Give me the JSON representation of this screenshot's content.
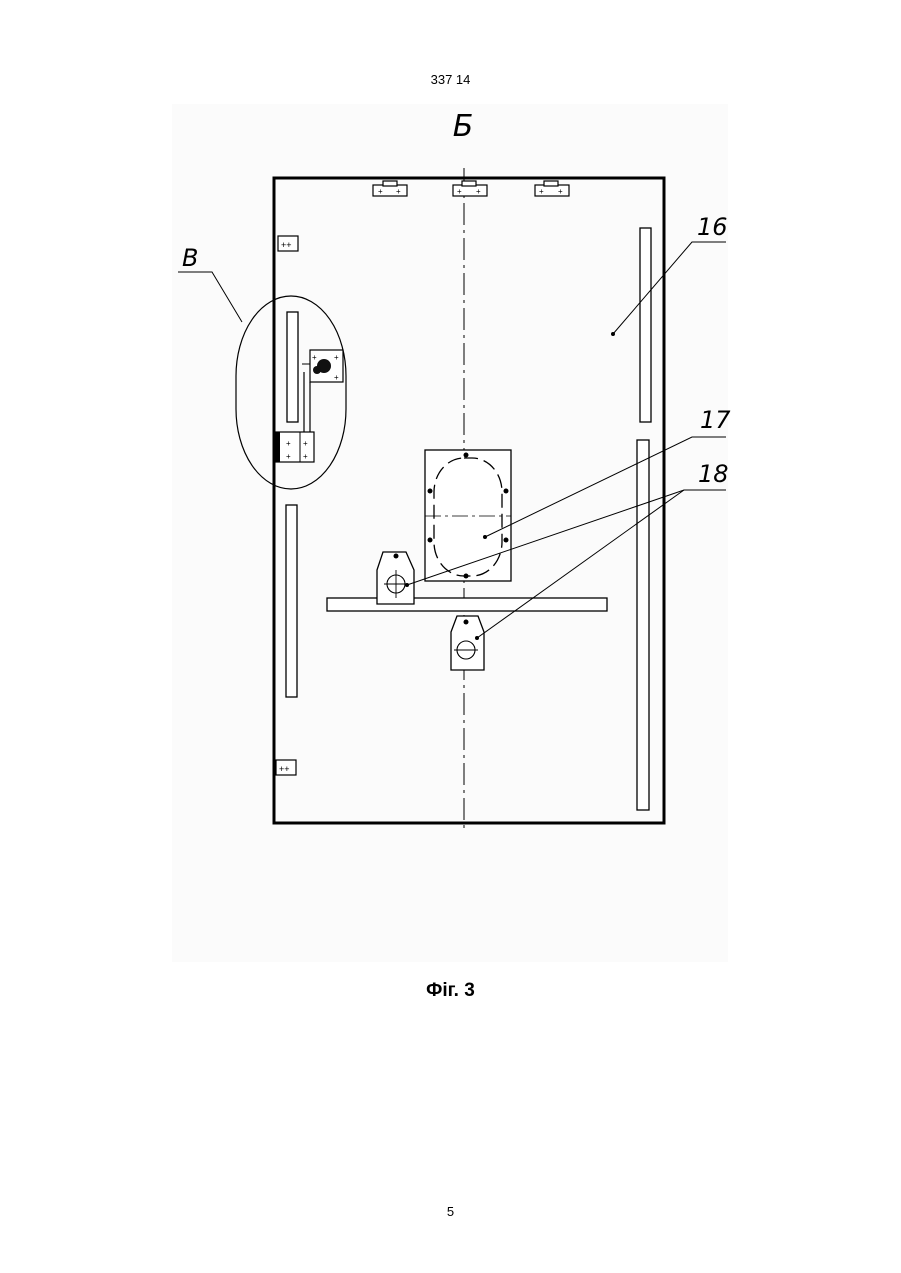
{
  "page": {
    "header": "337 14",
    "figure_caption": "Фiг. 3",
    "page_number": "5"
  },
  "drawing": {
    "view_label": "Б",
    "detail_label": "В",
    "labels": [
      "16",
      "17",
      "18"
    ]
  }
}
